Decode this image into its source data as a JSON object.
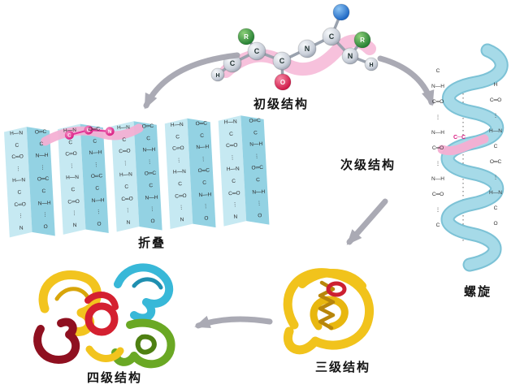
{
  "labels": {
    "primary": "初级结构",
    "secondary": "次级结构",
    "sheet": "折叠",
    "helix": "螺旋",
    "tertiary": "三级结构",
    "quaternary": "四级结构"
  },
  "molecule": {
    "atom_labels": [
      "R",
      "R",
      "H",
      "C",
      "C",
      "C",
      "N",
      "C",
      "N",
      "H",
      "O"
    ]
  },
  "beta_sheet": {
    "col_a": "H—N\nC\nC═O\n⋮\nH—N\nC\nC═O\n⋮\nN",
    "col_b": "O═C\nC\nN—H\n⋮\nO═C\nC\nN—H\n⋮\nO",
    "highlight_atoms": [
      "C",
      "C",
      "N"
    ]
  },
  "helix": {
    "col_left": "C\nN—H\nC═O\n⋮\nN—H\nC═O\n⋮\nN—H\nC═O\n⋮\nC",
    "col_right": "H\nC═O\n⋮\nH—N\nC\nO═C\n⋮\nH—N\nC\nO",
    "highlight": "C─C"
  },
  "colors": {
    "sheet_light": "#c6e9f2",
    "sheet_mid": "#93d2e3",
    "helix_blue": "#a6dae8",
    "highlight_pink": "#f4aed2",
    "magenta_atom": "#e2359a",
    "arrow_gray": "#a6a6b0",
    "tertiary_yellow": "#f1c31c",
    "quaternary_red": "#d42030",
    "quaternary_darkred": "#8f1020",
    "quaternary_green": "#6aa824",
    "quaternary_cyan": "#38b8d8",
    "oxygen_red": "#e8174b",
    "r_group_green": "#2e8b3a"
  }
}
